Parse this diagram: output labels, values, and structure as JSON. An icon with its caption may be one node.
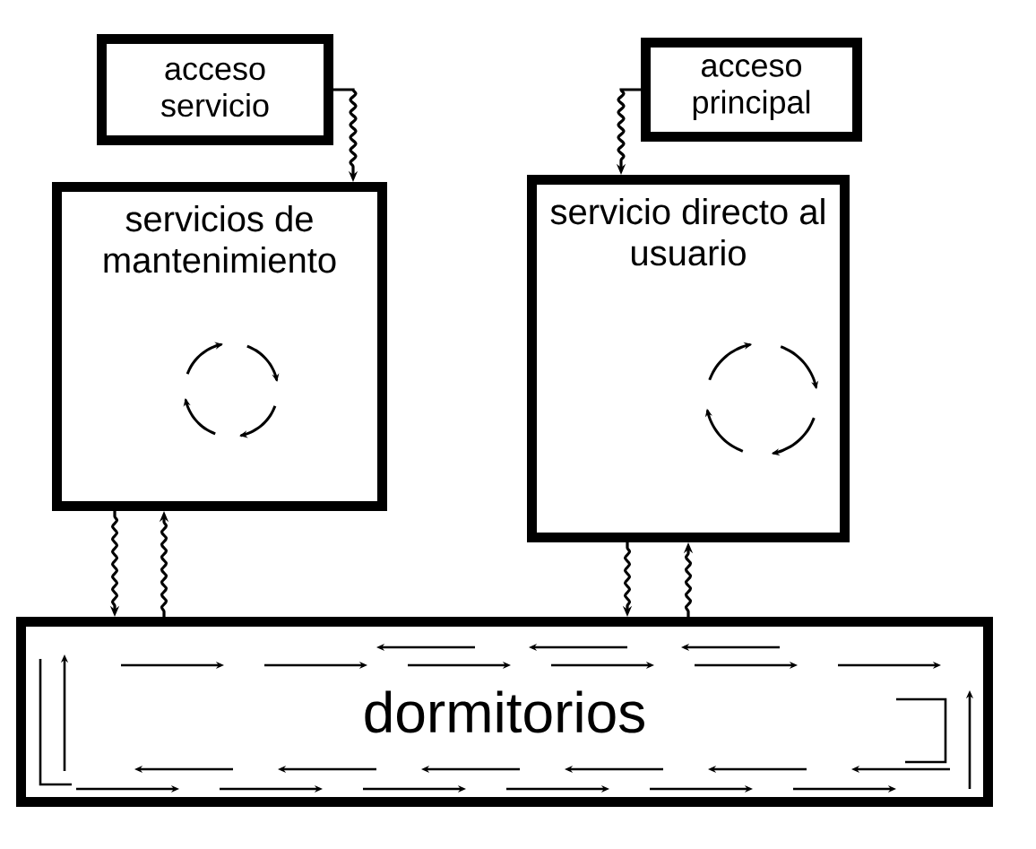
{
  "diagram": {
    "nodes": [
      {
        "text": [
          "acceso servicio"
        ]
      },
      {
        "text": [
          "servicios de mantenimiento"
        ]
      },
      {
        "text": [
          "acceso principal"
        ]
      },
      {
        "text": [
          "servicio directo al usuario"
        ]
      },
      {
        "text": [
          "dormitorios"
        ]
      }
    ],
    "edges": [
      {
        "from": 0,
        "to": 1,
        "arrow": "to"
      },
      {
        "from": 2,
        "to": 3,
        "arrow": "to"
      },
      {
        "from": 1,
        "to": 4,
        "arrow": "to"
      },
      {
        "from": 4,
        "to": 1,
        "arrow": "to"
      },
      {
        "from": 3,
        "to": 4,
        "arrow": "to"
      },
      {
        "from": 4,
        "to": 3,
        "arrow": "to"
      }
    ]
  }
}
